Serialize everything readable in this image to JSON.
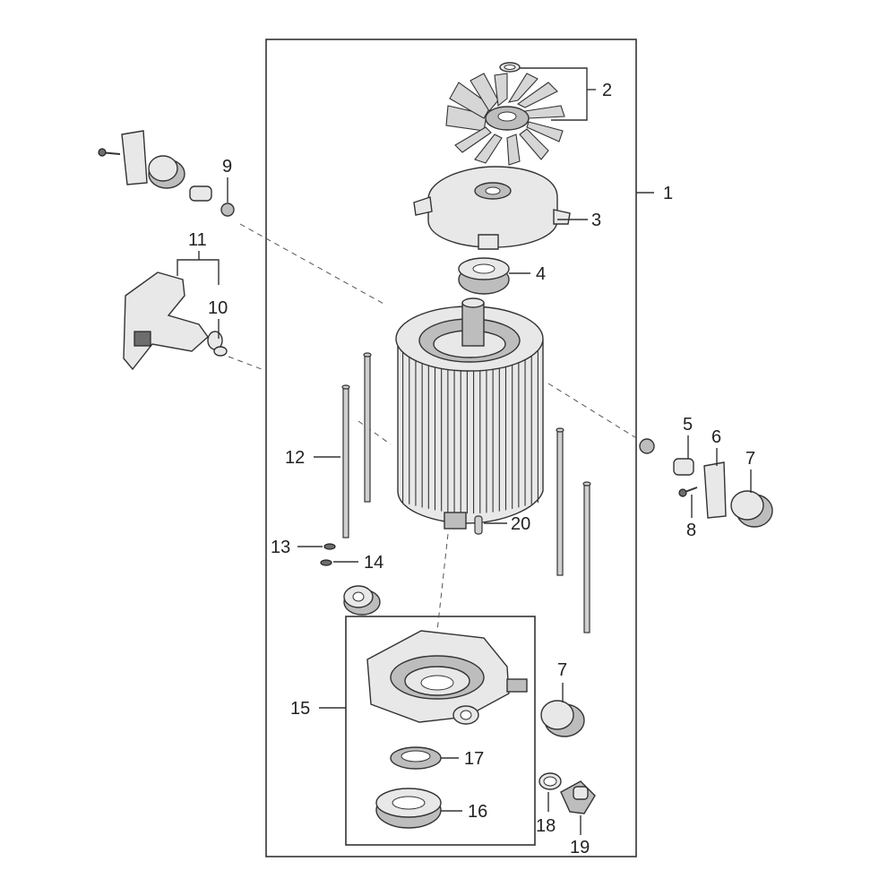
{
  "diagram": {
    "callouts": [
      {
        "id": "c1",
        "text": "1"
      },
      {
        "id": "c2",
        "text": "2"
      },
      {
        "id": "c3",
        "text": "3"
      },
      {
        "id": "c4",
        "text": "4"
      },
      {
        "id": "c5",
        "text": "5"
      },
      {
        "id": "c6",
        "text": "6"
      },
      {
        "id": "c7a",
        "text": "7"
      },
      {
        "id": "c7b",
        "text": "7"
      },
      {
        "id": "c8",
        "text": "8"
      },
      {
        "id": "c9",
        "text": "9"
      },
      {
        "id": "c10",
        "text": "10"
      },
      {
        "id": "c11",
        "text": "11"
      },
      {
        "id": "c12",
        "text": "12"
      },
      {
        "id": "c13",
        "text": "13"
      },
      {
        "id": "c14",
        "text": "14"
      },
      {
        "id": "c15",
        "text": "15"
      },
      {
        "id": "c16",
        "text": "16"
      },
      {
        "id": "c17",
        "text": "17"
      },
      {
        "id": "c18",
        "text": "18"
      },
      {
        "id": "c19",
        "text": "19"
      },
      {
        "id": "c20",
        "text": "20"
      }
    ]
  }
}
